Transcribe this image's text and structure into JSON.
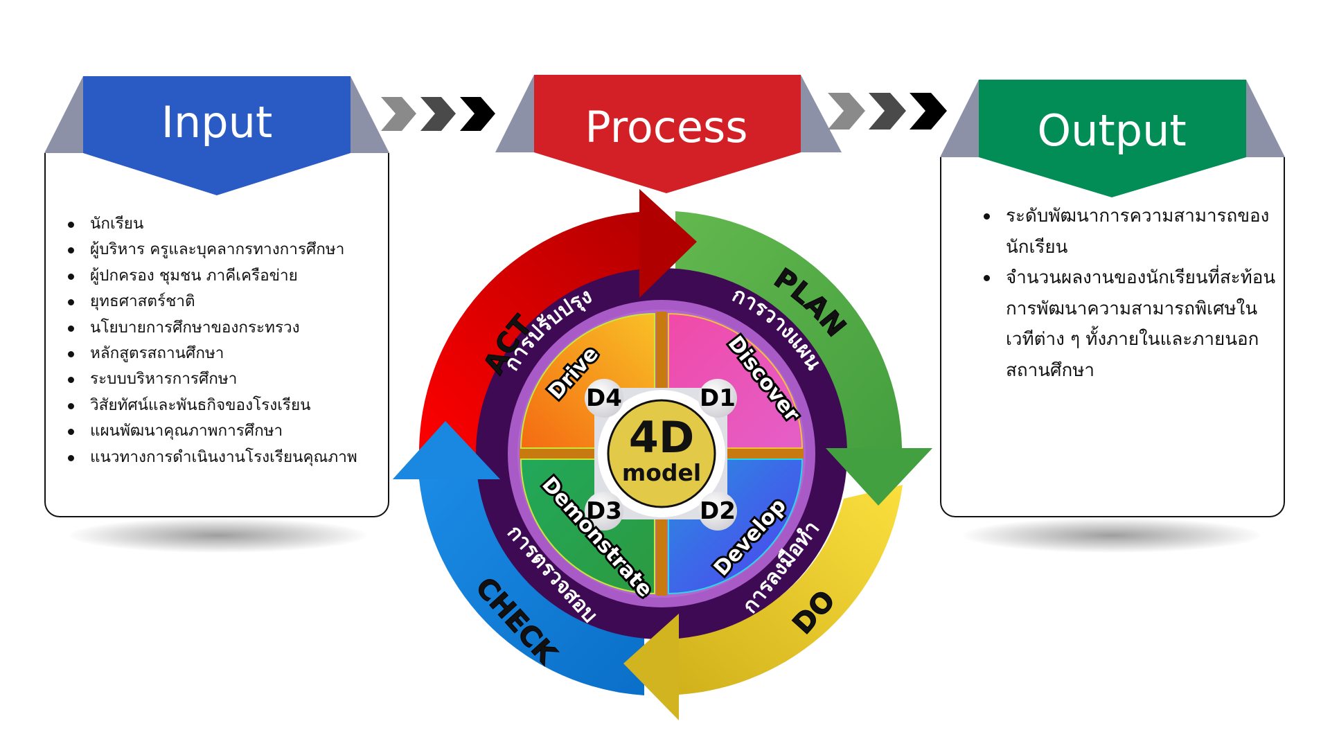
{
  "colors": {
    "input": "#2a5bc4",
    "process": "#d22026",
    "output": "#028c56",
    "flap": "#8d91a8",
    "plan": "#5ab04a",
    "do": "#e2c42c",
    "check": "#1885e0",
    "act": "#d40f0f",
    "ring_purple": "#3f0a54",
    "ring_lilac": "#a85ac6",
    "discover": "#ee55b8",
    "develop": "#3b7ae8",
    "demonstrate": "#27a84c",
    "drive": "#f39a1c",
    "center": "#e3c948"
  },
  "input": {
    "title": "Input",
    "items": [
      "นักเรียน",
      "ผู้บริหาร ครูและบุคลากรทางการศึกษา",
      "ผู้ปกครอง ชุมชน ภาคีเครือข่าย",
      "ยุทธศาสตร์ชาติ",
      "นโยบายการศึกษาของกระทรวง",
      "หลักสูตรสถานศึกษา",
      "ระบบบริหารการศึกษา",
      "วิสัยทัศน์และพันธกิจของโรงเรียน",
      "แผนพัฒนาคุณภาพการศึกษา",
      "แนวทางการดำเนินงานโรงเรียนคุณภาพ"
    ]
  },
  "process": {
    "title": "Process",
    "cycle": {
      "plan": {
        "label": "PLAN",
        "thai": "การวางแผน"
      },
      "do": {
        "label": "DO",
        "thai": "การลงมือทำ"
      },
      "check": {
        "label": "CHECK",
        "thai": "การตรวจสอบ"
      },
      "act": {
        "label": "ACT",
        "thai": "การปรับปรุง"
      }
    },
    "quadrants": [
      {
        "code": "D1",
        "name": "Discover"
      },
      {
        "code": "D2",
        "name": "Develop"
      },
      {
        "code": "D3",
        "name": "Demonstrate"
      },
      {
        "code": "D4",
        "name": "Drive"
      }
    ],
    "center": {
      "line1": "4D",
      "line2": "model"
    }
  },
  "output": {
    "title": "Output",
    "items": [
      "ระดับพัฒนาการความสามารถของนักเรียน",
      "จำนวนผลงานของนักเรียนที่สะท้อนการพัฒนาความสามารถพิเศษในเวทีต่าง ๆ ทั้งภายในและภายนอกสถานศึกษา"
    ]
  },
  "connectors": {
    "chevron_colors": [
      "#8a8a8a",
      "#4a4a4a",
      "#000000"
    ]
  }
}
